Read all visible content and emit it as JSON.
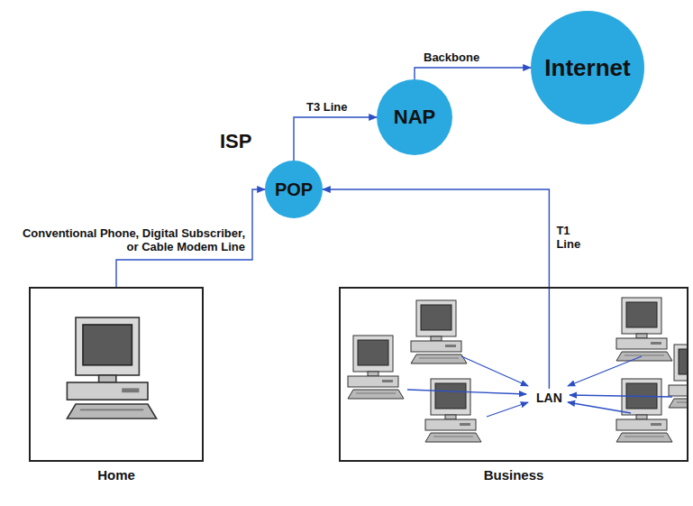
{
  "diagram": {
    "nodes": [
      {
        "text": [
          "Internet"
        ]
      },
      {
        "text": [
          "NAP"
        ]
      },
      {
        "text": [
          "ISP",
          "POP"
        ]
      },
      {
        "text": [
          "Home"
        ]
      },
      {
        "text": [
          "Business"
        ]
      },
      {
        "text": [
          "LAN"
        ],
        "in": 4
      }
    ],
    "edges": [
      {
        "from": 1,
        "to": 0,
        "label": "Backbone",
        "arrow": "to"
      },
      {
        "from": 2,
        "to": 1,
        "label": "T3 Line",
        "arrow": "to"
      },
      {
        "from": 3,
        "to": 2,
        "label": "Conventional Phone, Digital Subscriber, or Cable Modem Line",
        "arrow": "to"
      },
      {
        "from": 5,
        "to": 2,
        "label": "T1 Line",
        "arrow": "to"
      }
    ]
  }
}
